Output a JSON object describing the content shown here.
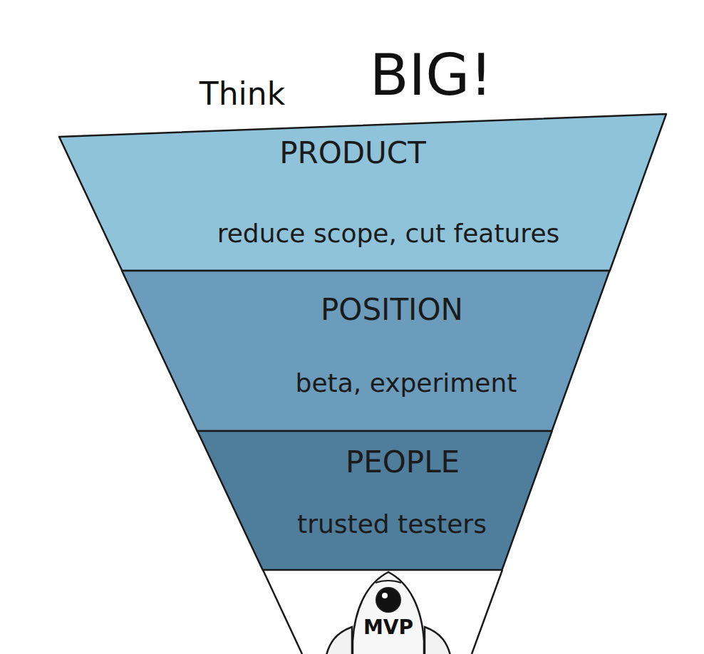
{
  "diagram": {
    "nodes": [
      {
        "text": [
          "PRODUCT",
          "reduce scope, cut features"
        ]
      },
      {
        "text": [
          "POSITION",
          "beta, experiment"
        ]
      },
      {
        "text": [
          "PEOPLE",
          "trusted testers"
        ]
      }
    ],
    "labels": [
      "Think",
      "BIG!",
      "MVP"
    ]
  }
}
